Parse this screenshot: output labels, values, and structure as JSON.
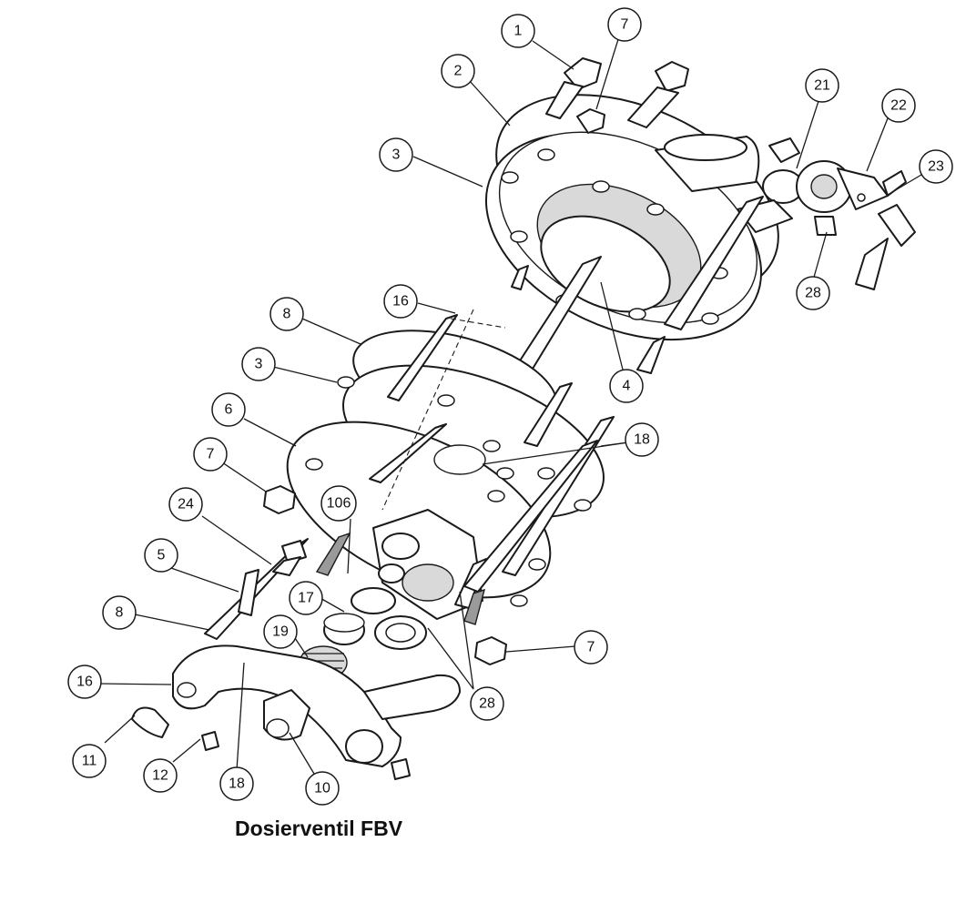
{
  "caption": "Dosierventil FBV",
  "callout_labels": {
    "c1": "1",
    "c7a": "7",
    "c2": "2",
    "c21": "21",
    "c22": "22",
    "c3a": "3",
    "c23": "23",
    "c28a": "28",
    "c16a": "16",
    "c8a": "8",
    "c3b": "3",
    "c4": "4",
    "c6": "6",
    "c18a": "18",
    "c7b": "7",
    "c106": "106",
    "c24": "24",
    "c5": "5",
    "c17": "17",
    "c8b": "8",
    "c19": "19",
    "c7c": "7",
    "c16b": "16",
    "c28b": "28",
    "c11": "11",
    "c12": "12",
    "c18b": "18",
    "c10": "10"
  }
}
